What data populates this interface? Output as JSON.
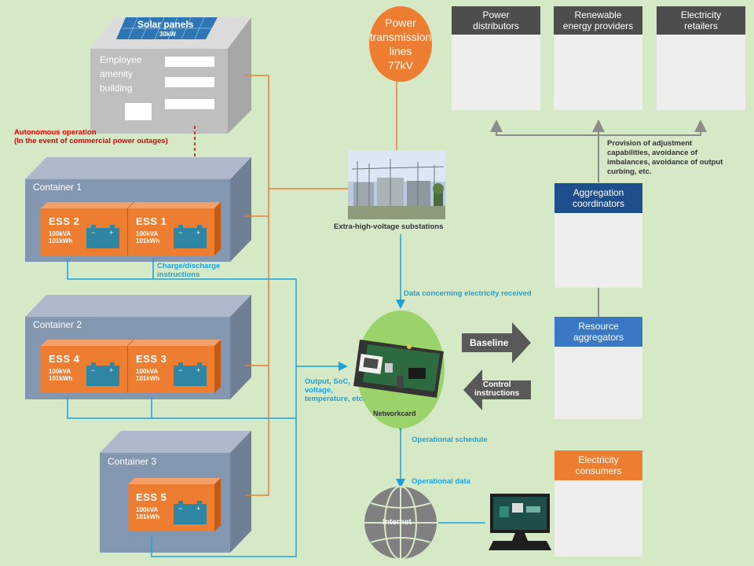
{
  "colors": {
    "background": "#d6e9c6",
    "orange": "#ed7d31",
    "blue_line": "#1ba1e2",
    "dark_header": "#4d4d4d",
    "navy_header": "#1f4e8c",
    "mid_blue_header": "#3a78c4",
    "container": "#8497b0",
    "building": "#bfbfbf",
    "battery": "#2e86a3",
    "arrow_grey": "#595959"
  },
  "building": {
    "solar_label": "Solar panels",
    "solar_capacity": "30kW",
    "label_line1": "Employee",
    "label_line2": "amenity",
    "label_line3": "building"
  },
  "autonomous": {
    "line1": "Autonomous operation",
    "line2": "(In the event of commercial power outages)"
  },
  "containers": [
    {
      "label": "Container 1"
    },
    {
      "label": "Container 2"
    },
    {
      "label": "Container 3"
    }
  ],
  "ess": [
    {
      "name": "ESS 2",
      "kva": "100kVA",
      "kwh": "101kWh"
    },
    {
      "name": "ESS 1",
      "kva": "100kVA",
      "kwh": "101kWh"
    },
    {
      "name": "ESS 4",
      "kva": "100kVA",
      "kwh": "101kWh"
    },
    {
      "name": "ESS 3",
      "kva": "100kVA",
      "kwh": "101kWh"
    },
    {
      "name": "ESS 5",
      "kva": "100kVA",
      "kwh": "101kWh"
    }
  ],
  "transmission": {
    "line1": "Power",
    "line2": "transmission",
    "line3": "lines",
    "line4": "77kV"
  },
  "substation_label": "Extra-high-voltage substations",
  "stakeholders": [
    {
      "line1": "Power",
      "line2": "distributors",
      "icon": "power-pylon-icon"
    },
    {
      "line1": "Renewable",
      "line2": "energy providers",
      "icon": "wind-solar-icon"
    },
    {
      "line1": "Electricity",
      "line2": "retailers",
      "icon": "office-building-icon"
    }
  ],
  "adjustment_text": {
    "line1": "Provision of adjustment",
    "line2": "capabilities, avoidance of",
    "line3": "imbalances, avoidance of output",
    "line4": "curbing, etc."
  },
  "roles": [
    {
      "line1": "Aggregation",
      "line2": "coordinators"
    },
    {
      "line1": "Resource",
      "line2": "aggregators"
    },
    {
      "line1": "Electricity",
      "line2": "consumers"
    }
  ],
  "charge_instructions": {
    "line1": "Charge/discharge",
    "line2": "instructions"
  },
  "data_received": "Data concerning electricity received",
  "output_text": {
    "line1": "Output, SoC,",
    "line2": "voltage,",
    "line3": "temperature, etc."
  },
  "network_card": "Networkcard",
  "baseline": "Baseline",
  "control": {
    "line1": "Control",
    "line2": "instructions"
  },
  "operational_schedule": "Operational schedule",
  "operational_data": "Operational data",
  "internet": "Internet"
}
